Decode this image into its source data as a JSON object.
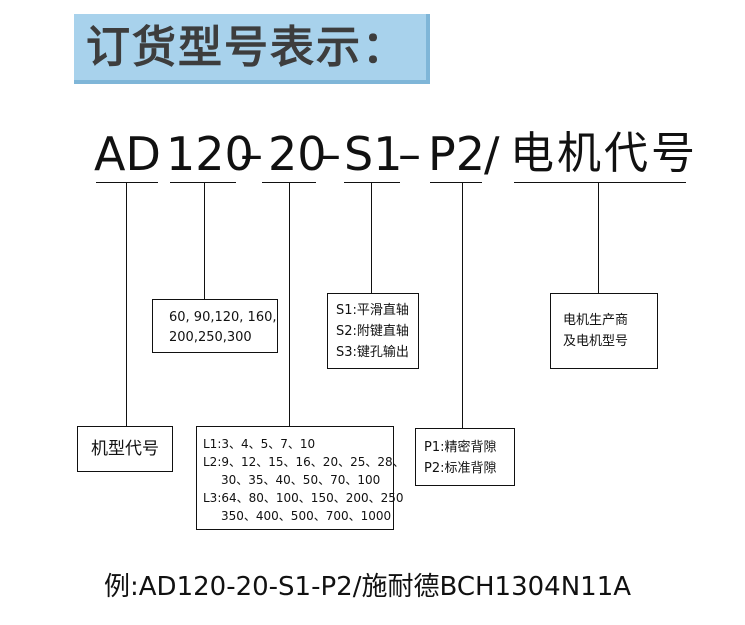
{
  "title": "订货型号表示：",
  "model": {
    "seg_ad": "AD",
    "seg_size": "120",
    "dash1": "–",
    "seg_ratio": "20",
    "dash2": "–",
    "seg_shaft": "S1",
    "dash3": "–",
    "seg_precision": "P2",
    "slash": "/",
    "seg_motor": "电机代号"
  },
  "boxes": {
    "frame": {
      "lines": [
        "机型代号"
      ]
    },
    "ratio": {
      "lines": [
        "60, 90,120, 160,",
        "200,250,300"
      ]
    },
    "length": {
      "lines": [
        "L1:3、4、5、7、10",
        "L2:9、12、15、16、20、25、28、",
        "30、35、40、50、70、100",
        "L3:64、80、100、150、200、250",
        "350、400、500、700、1000"
      ]
    },
    "shaft": {
      "lines": [
        "S1:平滑直轴",
        "S2:附键直轴",
        "S3:键孔输出"
      ]
    },
    "precision": {
      "lines": [
        "P1:精密背隙",
        "P2:标准背隙"
      ]
    },
    "motor": {
      "lines": [
        "电机生产商",
        "及电机型号"
      ]
    }
  },
  "example": "例:AD120-20-S1-P2/施耐德BCH1304N11A"
}
